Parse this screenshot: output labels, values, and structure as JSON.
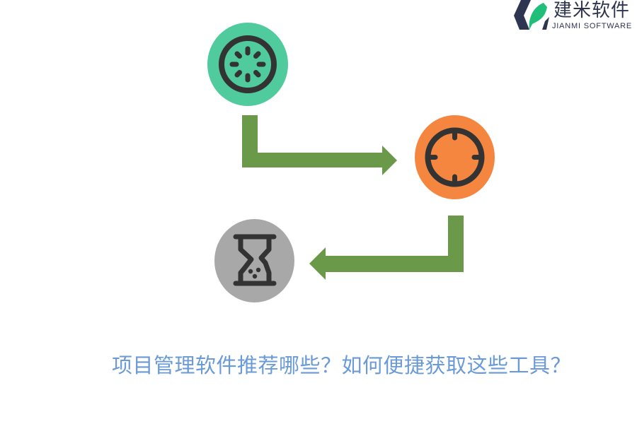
{
  "logo": {
    "name_cn": "建米软件",
    "name_en": "JIANMI SOFTWARE",
    "colors": {
      "dark": "#2e3550",
      "green": "#1fbf7a"
    }
  },
  "diagram": {
    "nodes": [
      {
        "id": "loading",
        "icon": "loading-spinner-icon",
        "color": "#4fcb9e"
      },
      {
        "id": "target",
        "icon": "crosshair-icon",
        "color": "#f58640"
      },
      {
        "id": "waiting",
        "icon": "hourglass-icon",
        "color": "#a8a8a8"
      }
    ],
    "arrows": [
      {
        "from": "loading",
        "to": "target",
        "color": "#6a994a"
      },
      {
        "from": "target",
        "to": "waiting",
        "color": "#6a994a"
      }
    ],
    "icon_stroke_color": "#333333"
  },
  "caption": {
    "text": "项目管理软件推荐哪些？如何便捷获取这些工具？",
    "color": "#6a9ad8"
  }
}
